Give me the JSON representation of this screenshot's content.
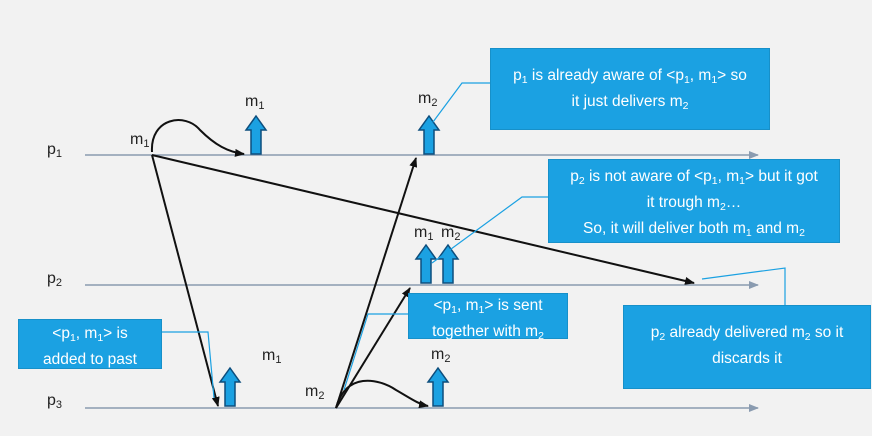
{
  "processes": {
    "p1": {
      "name": "p",
      "sub": "1"
    },
    "p2": {
      "name": "p",
      "sub": "2"
    },
    "p3": {
      "name": "p",
      "sub": "3"
    }
  },
  "message_labels": {
    "m1_send": {
      "name": "m",
      "sub": "1"
    },
    "m1_deliver_p1": {
      "name": "m",
      "sub": "1"
    },
    "m2_deliver_p1": {
      "name": "m",
      "sub": "2"
    },
    "m1_deliver_p2": {
      "name": "m",
      "sub": "1"
    },
    "m2_deliver_p2": {
      "name": "m",
      "sub": "2"
    },
    "m1_deliver_p3": {
      "name": "m",
      "sub": "1"
    },
    "m2_send": {
      "name": "m",
      "sub": "2"
    },
    "m2_deliver_p3": {
      "name": "m",
      "sub": "2"
    }
  },
  "callouts": {
    "p1_box": {
      "line1": {
        "a": "p",
        "s1": "1",
        "b": " is already aware of <p",
        "s2": "1",
        "c": ", m",
        "s3": "1",
        "d": "> so"
      },
      "line2": {
        "a": "it just delivers m",
        "s1": "2"
      }
    },
    "p2_box": {
      "line1": {
        "a": "p",
        "s1": "2",
        "b": " is not aware of <p",
        "s2": "1",
        "c": ", m",
        "s3": "1",
        "d": "> but it got"
      },
      "line2": {
        "a": "it trough m",
        "s1": "2",
        "b": "…"
      },
      "line3": {
        "a": "So, it will deliver both m",
        "s1": "1",
        "b": " and m",
        "s2": "2"
      }
    },
    "sent_box": {
      "line1": {
        "a": "<p",
        "s1": "1",
        "b": ", m",
        "s2": "1",
        "c": "> is sent"
      },
      "line2": {
        "a": "together with m",
        "s1": "2"
      }
    },
    "past_box": {
      "line1": {
        "a": "<p",
        "s1": "1",
        "b": ", m",
        "s2": "1",
        "c": "> is"
      },
      "line2": {
        "a": "added to past"
      }
    },
    "discard_box": {
      "line1": {
        "a": "p",
        "s1": "2",
        "b": " already delivered m",
        "s2": "2",
        "c": " so it"
      },
      "line2": {
        "a": "discards it"
      }
    }
  },
  "colors": {
    "box_fill": "#1ba1e2",
    "timeline": "#8a9bb0",
    "arrow": "#111111",
    "background": "#f2f2f2"
  }
}
